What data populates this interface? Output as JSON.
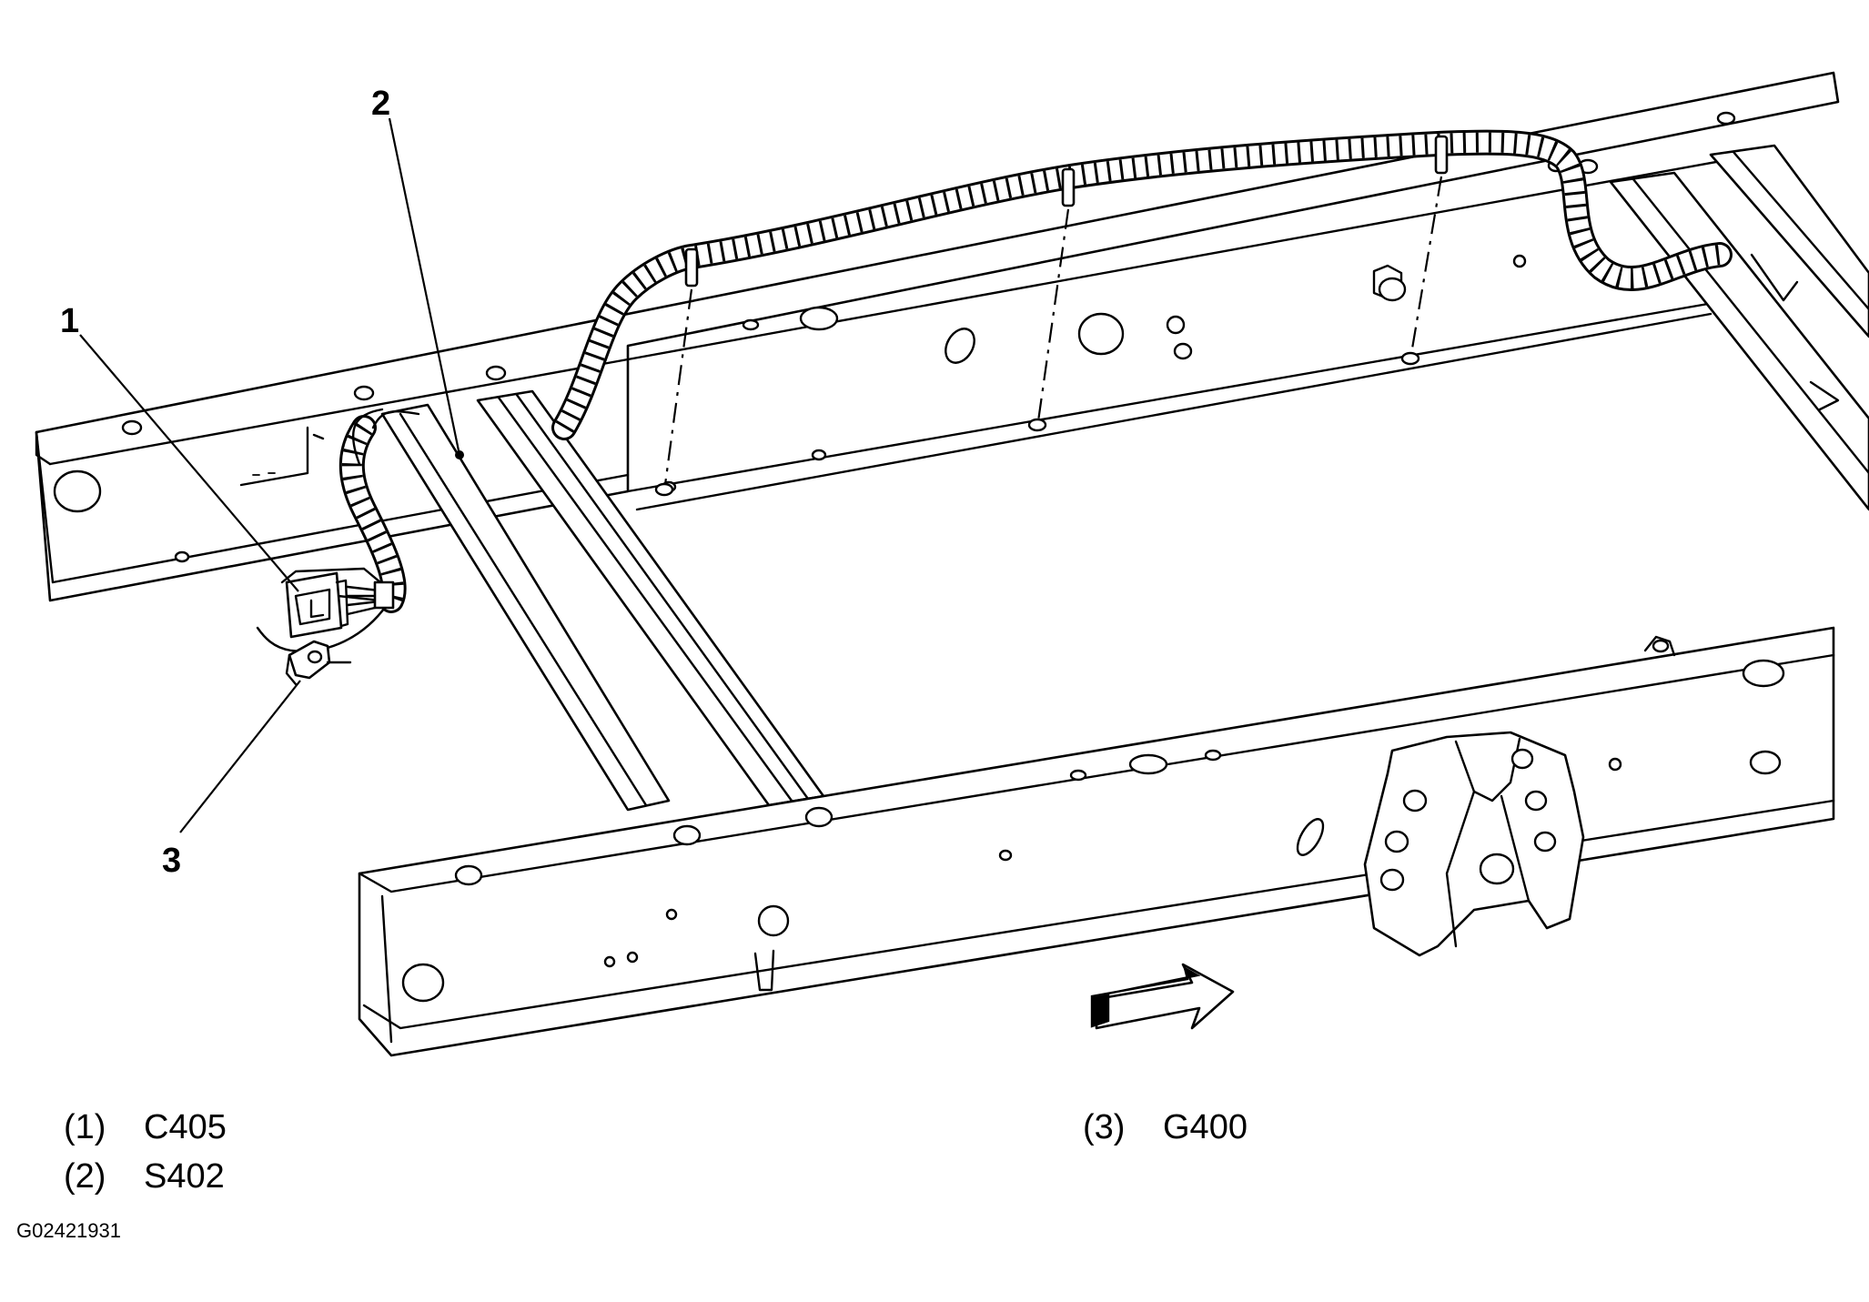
{
  "callouts": {
    "c1": "1",
    "c2": "2",
    "c3": "3"
  },
  "legend": [
    {
      "num": "(1)",
      "label": "C405"
    },
    {
      "num": "(2)",
      "label": "S402"
    },
    {
      "num": "(3)",
      "label": "G400"
    }
  ],
  "figure_id": "G02421931"
}
